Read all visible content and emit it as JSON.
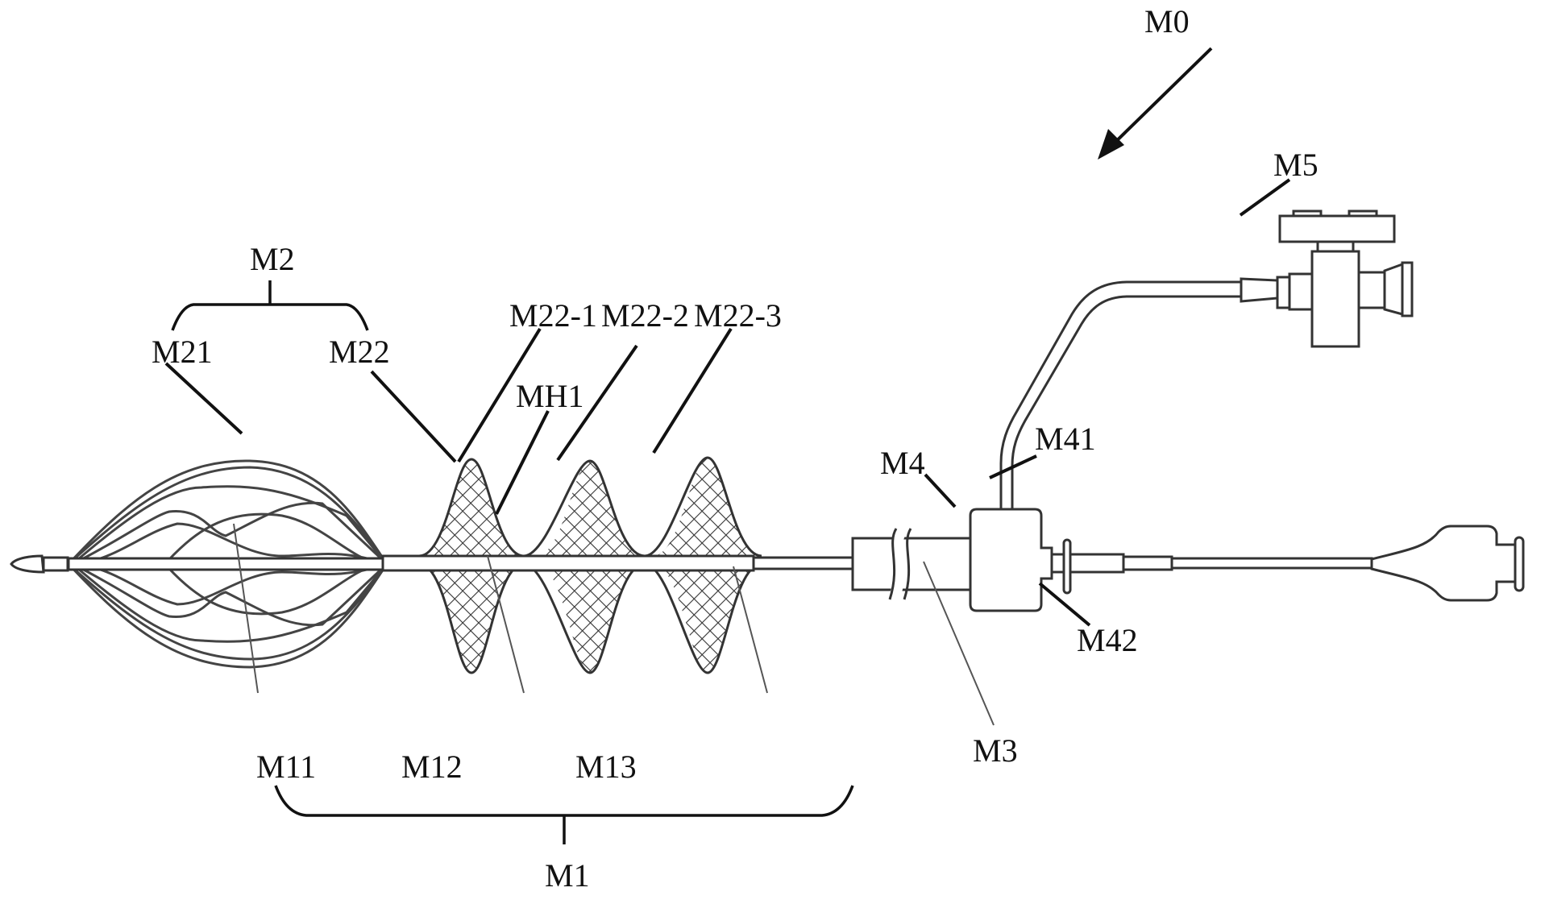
{
  "figure": {
    "description": "Patent drawing of a catheter-based device with a basket stent, mesh filter discs, shaft, hub with side tube and stopcock valve",
    "colors": {
      "line": "#333333",
      "text": "#111111",
      "background": "#ffffff"
    },
    "labels": {
      "M0": "M0",
      "M1": "M1",
      "M11": "M11",
      "M12": "M12",
      "M13": "M13",
      "M2": "M2",
      "M21": "M21",
      "M22": "M22",
      "M22_1": "M22-1",
      "M22_2": "M22-2",
      "M22_3": "M22-3",
      "MH1": "MH1",
      "M3": "M3",
      "M4": "M4",
      "M41": "M41",
      "M42": "M42",
      "M5": "M5"
    }
  }
}
